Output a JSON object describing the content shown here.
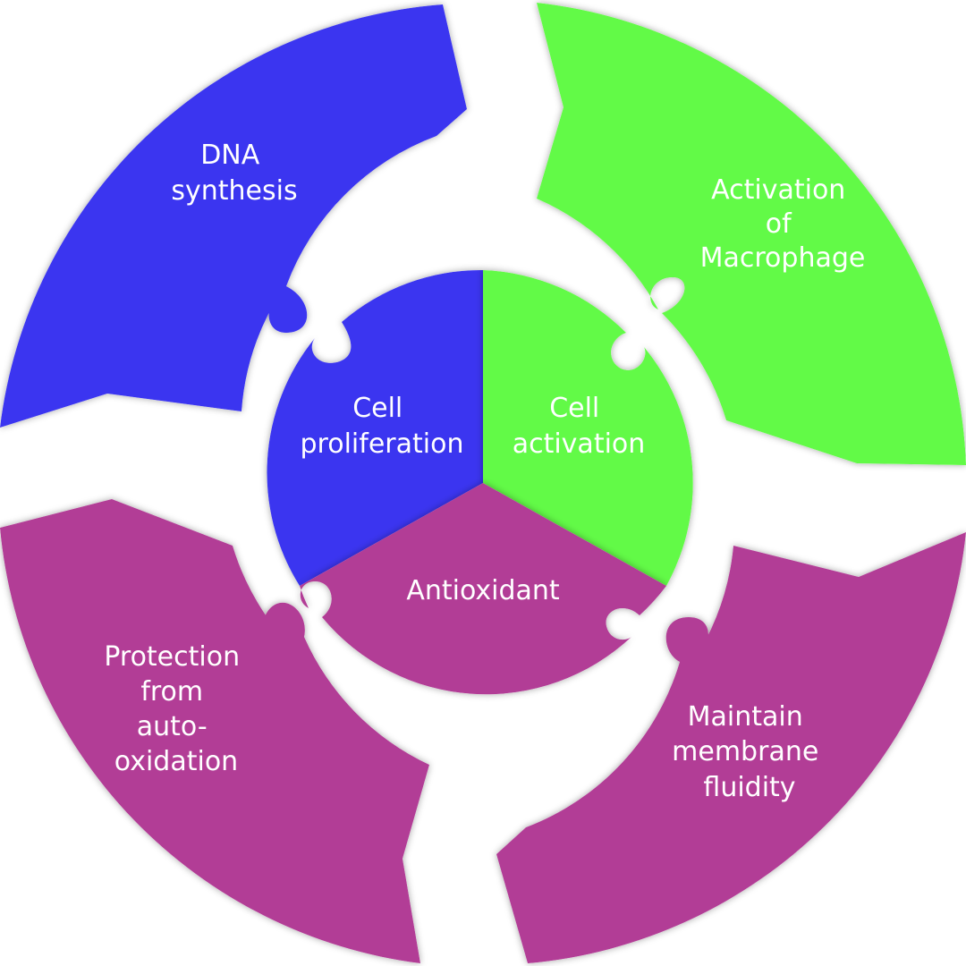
{
  "colors": {
    "blue": "#3A35F0",
    "green": "#62FA46",
    "purple": "#B23E96",
    "text": "#FFFFFF",
    "background": "#FFFFFF"
  },
  "inner": {
    "cell_proliferation": {
      "line1": "Cell",
      "line2": "proliferation"
    },
    "cell_activation": {
      "line1": "Cell",
      "line2": "activation"
    },
    "antioxidant": {
      "line1": "Antioxidant"
    }
  },
  "outer": {
    "dna_synthesis": {
      "line1": "DNA",
      "line2": "synthesis"
    },
    "activation_of_macrophage": {
      "line1": "Activation",
      "line2": "of",
      "line3": "Macrophage"
    },
    "maintain_membrane_fluidity": {
      "line1": "Maintain",
      "line2": "membrane",
      "line3": "fluidity"
    },
    "protection_from_auto_oxidation": {
      "line1": "Protection",
      "line2": "from",
      "line3": "auto-",
      "line4": "oxidation"
    }
  }
}
